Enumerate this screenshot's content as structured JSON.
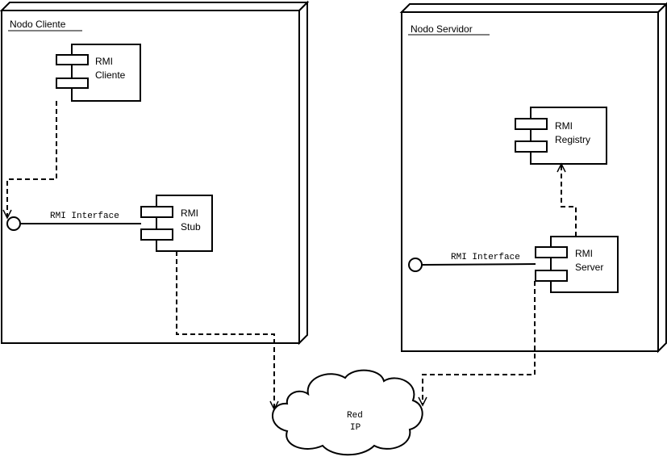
{
  "diagram": {
    "nodes": {
      "client": {
        "title": "Nodo Cliente"
      },
      "server": {
        "title": "Nodo Servidor"
      }
    },
    "components": {
      "rmi_cliente": {
        "line1": "RMI",
        "line2": "Cliente"
      },
      "rmi_stub": {
        "line1": "RMI",
        "line2": "Stub"
      },
      "rmi_registry": {
        "line1": "RMI",
        "line2": "Registry"
      },
      "rmi_server": {
        "line1": "RMI",
        "line2": "Server"
      }
    },
    "interfaces": {
      "client_interface": "RMI Interface",
      "server_interface": "RMI Interface"
    },
    "network": {
      "line1": "Red",
      "line2": "IP"
    }
  }
}
